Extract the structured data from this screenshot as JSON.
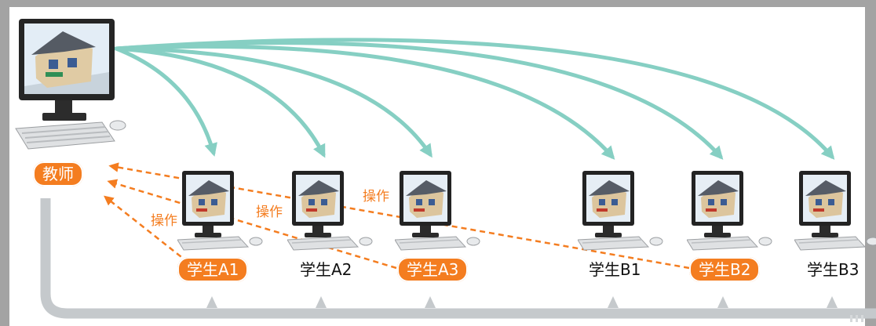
{
  "teacher": {
    "label": "教师"
  },
  "students": [
    {
      "id": "A1",
      "label": "学生A1",
      "highlight": true
    },
    {
      "id": "A2",
      "label": "学生A2",
      "highlight": false
    },
    {
      "id": "A3",
      "label": "学生A3",
      "highlight": true
    },
    {
      "id": "B1",
      "label": "学生B1",
      "highlight": false
    },
    {
      "id": "B2",
      "label": "学生B2",
      "highlight": true
    },
    {
      "id": "B3",
      "label": "学生B3",
      "highlight": false
    }
  ],
  "operations": [
    "操作",
    "操作",
    "操作"
  ],
  "colors": {
    "broadcast": "#86cfc3",
    "operation": "#f47d20",
    "bus": "#c5c9cc",
    "frame": "#a3a3a3"
  }
}
